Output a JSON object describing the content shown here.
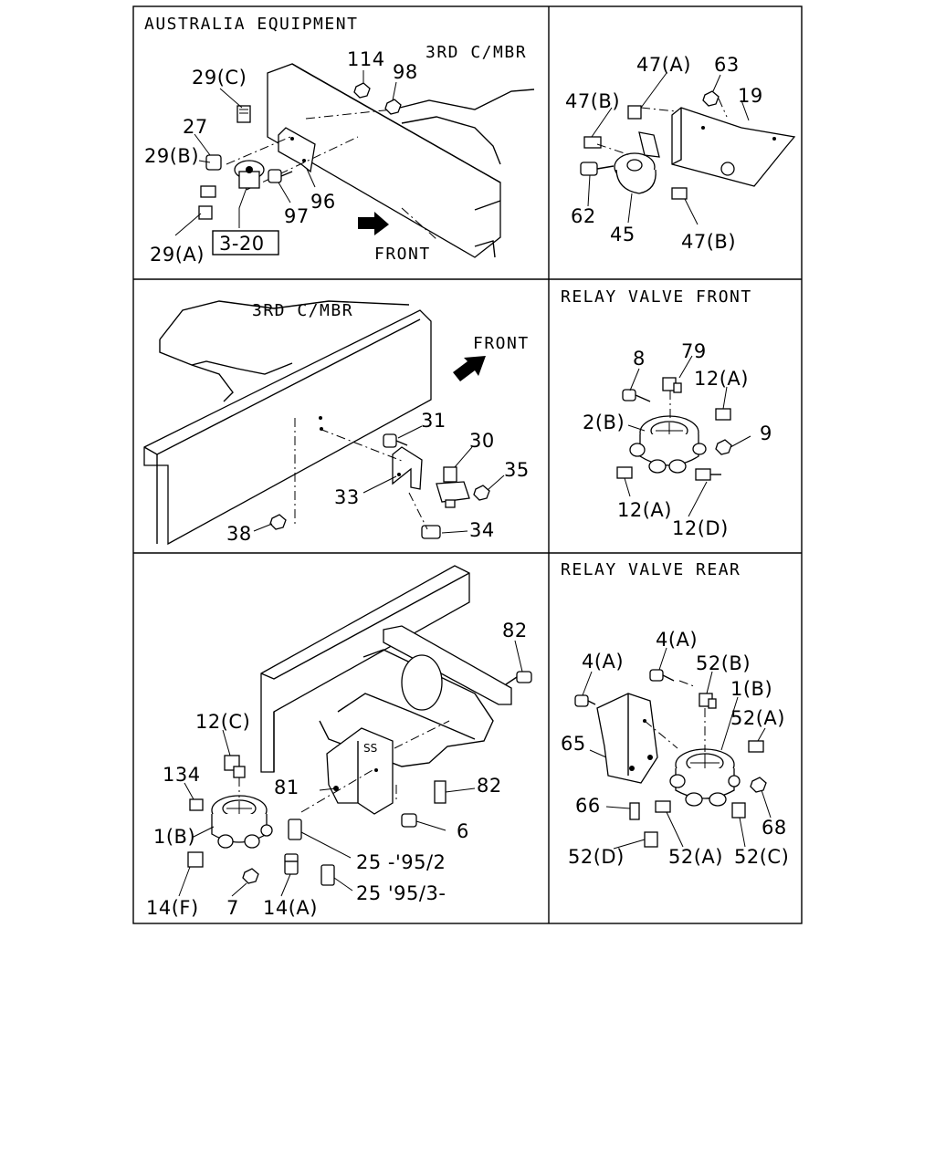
{
  "panels": {
    "australia": {
      "title": "AUSTRALIA EQUIPMENT",
      "member": "3RD C/MBR",
      "front": "FRONT",
      "ref_box": "3-20",
      "labels": [
        "29(C)",
        "27",
        "29(B)",
        "29(A)",
        "114",
        "98",
        "96",
        "97"
      ]
    },
    "bracket": {
      "labels": [
        "47(A)",
        "63",
        "19",
        "47(B)",
        "62",
        "45",
        "47(B)"
      ]
    },
    "third_member": {
      "member": "3RD C/MBR",
      "front": "FRONT",
      "labels": [
        "31",
        "30",
        "35",
        "33",
        "34",
        "38"
      ]
    },
    "relay_front": {
      "title": "RELAY VALVE FRONT",
      "labels": [
        "8",
        "79",
        "12(A)",
        "2(B)",
        "9",
        "12(A)",
        "12(D)"
      ]
    },
    "lower_left": {
      "labels": [
        "82",
        "12(C)",
        "134",
        "81",
        "82",
        "1(B)",
        "6",
        "25 -'95/2",
        "14(F)",
        "7",
        "14(A)",
        "25 '95/3-"
      ]
    },
    "relay_rear": {
      "title": "RELAY VALVE REAR",
      "labels": [
        "4(A)",
        "4(A)",
        "52(B)",
        "1(B)",
        "52(A)",
        "65",
        "66",
        "68",
        "52(D)",
        "52(A)",
        "52(C)"
      ]
    }
  }
}
